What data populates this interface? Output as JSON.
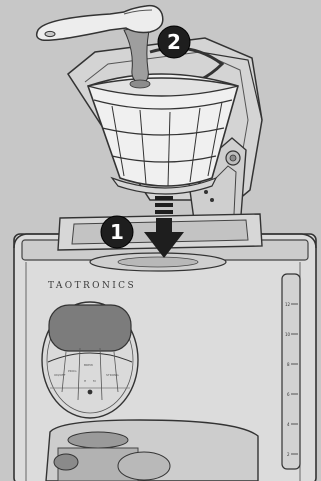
{
  "brand": {
    "name": "TAOTRONICS"
  },
  "steps": [
    {
      "number": "1"
    },
    {
      "number": "2"
    }
  ],
  "water_gauge": {
    "labels": [
      "12",
      "10",
      "8",
      "6",
      "4",
      "2"
    ]
  },
  "control_panel": {
    "labels": [
      "ON/OFF",
      "PROG",
      "BREW",
      "H",
      "M",
      "STRONG"
    ]
  },
  "colors": {
    "background": "#c7c7c7",
    "machine_body": "#dcdcdc",
    "outline": "#333333",
    "badge": "#1e1e1e",
    "arrow": "#1e1e1e"
  }
}
